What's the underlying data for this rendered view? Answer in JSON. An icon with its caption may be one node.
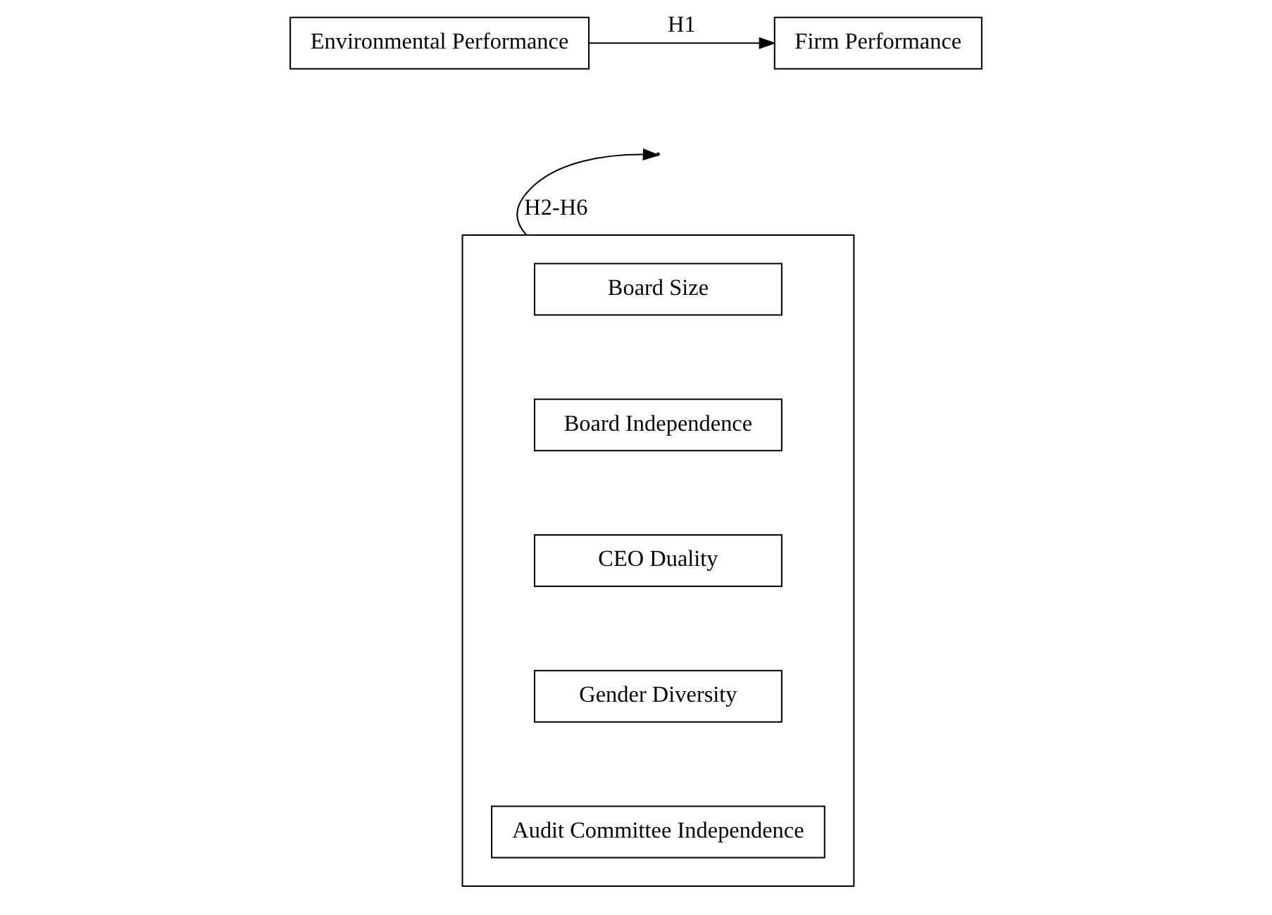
{
  "diagram": {
    "nodes": [
      {
        "text": [
          "Environmental Performance"
        ]
      },
      {
        "text": [
          "Firm Performance"
        ]
      },
      {
        "text": [],
        "shape": "box"
      },
      {
        "text": [
          "Board Size"
        ],
        "in": 2
      },
      {
        "text": [
          "Board Independence"
        ],
        "in": 2
      },
      {
        "text": [
          "CEO Duality"
        ],
        "in": 2
      },
      {
        "text": [
          "Gender Diversity"
        ],
        "in": 2
      },
      {
        "text": [
          "Audit Committee Independence"
        ],
        "in": 2
      }
    ],
    "edges": [
      {
        "from": 0,
        "to": 1,
        "arrow": "to",
        "label": "H1"
      },
      {
        "from": 2,
        "to": null,
        "arrow": "to",
        "label": "H2-H6"
      }
    ]
  }
}
